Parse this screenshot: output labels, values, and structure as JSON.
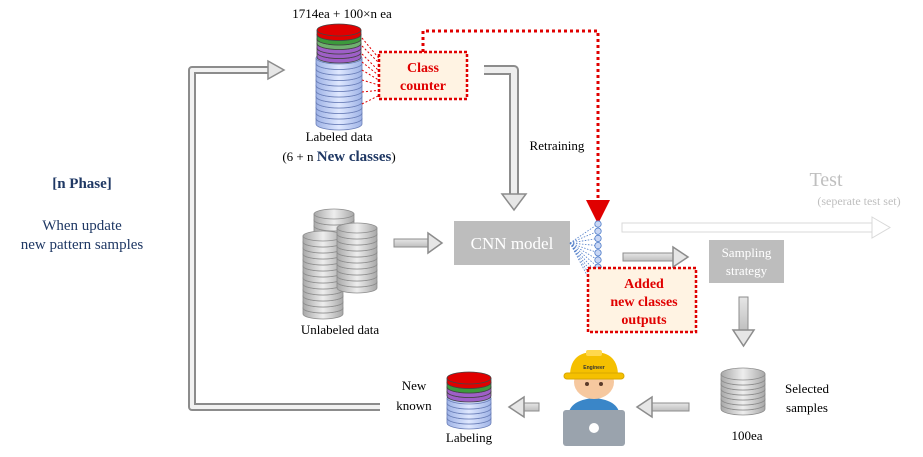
{
  "phase": {
    "title": "[n Phase]",
    "desc_line1": "When update",
    "desc_line2": "new pattern samples"
  },
  "labeled": {
    "count": "1714ea + 100×n ea",
    "label": "Labeled data",
    "classes_prefix": "(6 + n ",
    "classes_highlight": "New classes",
    "classes_suffix": ")"
  },
  "class_counter": {
    "line1": "Class",
    "line2": "counter"
  },
  "retraining": "Retraining",
  "unlabeled": {
    "label": "Unlabeled data"
  },
  "cnn": {
    "label": "CNN model"
  },
  "added_outputs": {
    "line1": "Added",
    "line2": "new classes",
    "line3": "outputs"
  },
  "test": {
    "label": "Test",
    "sub": "(seperate test set)"
  },
  "sampling": {
    "line1": "Sampling",
    "line2": "strategy"
  },
  "selected": {
    "line1": "Selected",
    "line2": "samples",
    "count": "100ea"
  },
  "engineer": {
    "hat_text": "Engineer"
  },
  "labeling": {
    "label": "Labeling",
    "new_known_line1": "New",
    "new_known_line2": "known"
  },
  "colors": {
    "navy": "#1f3864",
    "red": "#e00000",
    "grey_box": "#bdbdbd",
    "disk_blue": "#c9d7f5",
    "disk_grey": "#d9d9d9",
    "purple": "#9e5fc7",
    "green": "#3c9a3c",
    "hat": "#f5c000"
  }
}
